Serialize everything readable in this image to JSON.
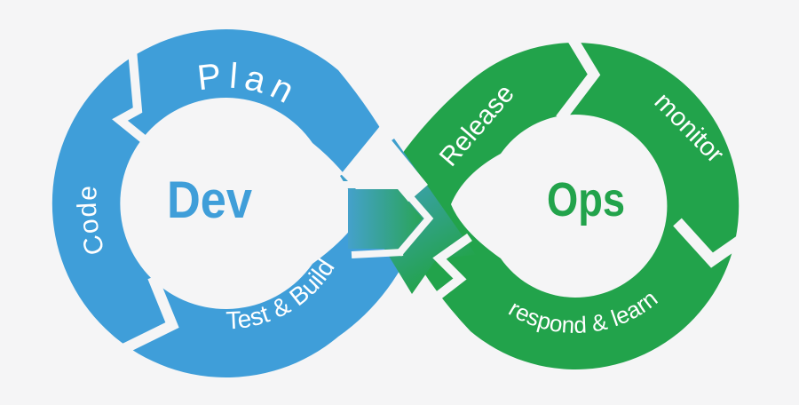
{
  "background": "#F5F5F6",
  "label_color": "#FFFFFF",
  "dev": {
    "label": "Dev",
    "color": "#3F9ED9",
    "stages": {
      "plan": "Plan",
      "code": "Code",
      "test_build": "Test & Build"
    }
  },
  "ops": {
    "label": "Ops",
    "color": "#22A34B",
    "stages": {
      "release": "Release",
      "monitor": "monitor",
      "respond_learn": "respond & learn"
    }
  }
}
